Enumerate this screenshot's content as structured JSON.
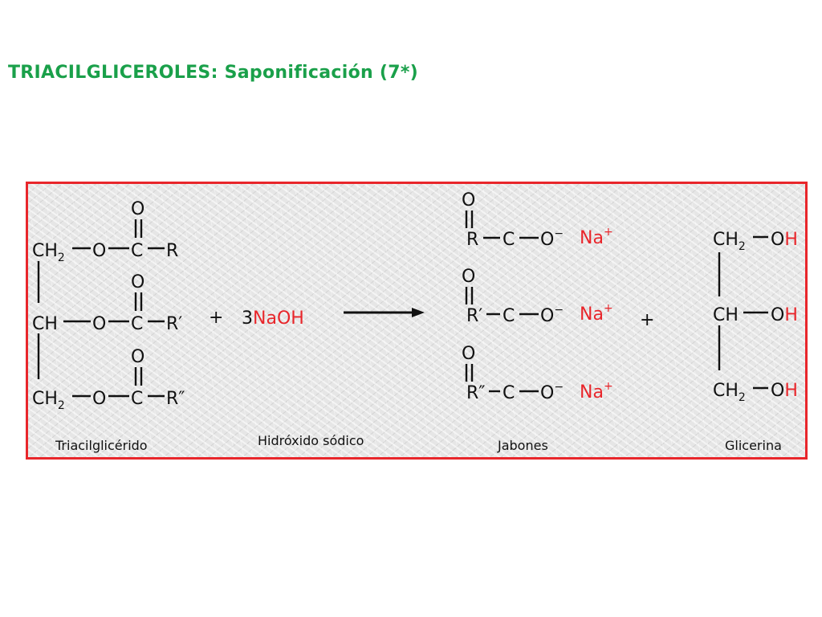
{
  "title": "TRIACILGLICEROLES: Saponificación (7*)",
  "atoms": {
    "o": "O",
    "c": "C",
    "r": "R",
    "r1": "R′",
    "r2": "R″",
    "ch": "CH",
    "h": "H",
    "two": "2",
    "minus": "−",
    "na": "Na",
    "plus_sup": "+",
    "plus": "+",
    "coef": "3",
    "naoh": "NaOH",
    "arrow_label": ""
  },
  "labels": {
    "triacylglyceride": "Triacilglicérido",
    "sodium_hydroxide": "Hidróxido sódico",
    "soaps": "Jabones",
    "glycerin": "Glicerina"
  },
  "colors": {
    "title": "#1aa04a",
    "accent": "#e8262b",
    "ink": "#111111"
  }
}
